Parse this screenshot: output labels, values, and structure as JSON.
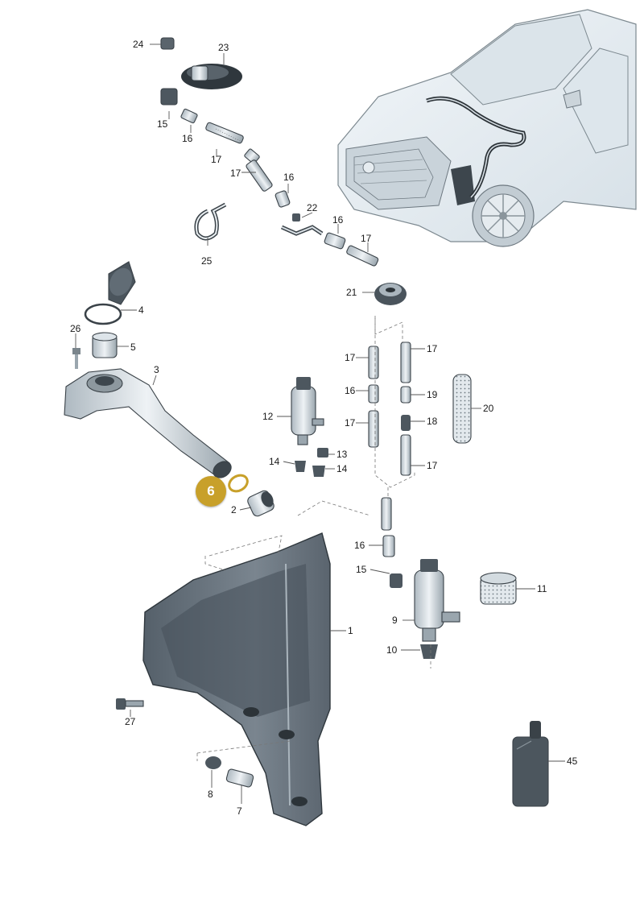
{
  "callout": {
    "label": "6"
  },
  "labels": {
    "p24": "24",
    "p23": "23",
    "p15a": "15",
    "p16a": "16",
    "p17a": "17",
    "p17b": "17",
    "p16b": "16",
    "p22": "22",
    "p16c": "16",
    "p17c": "17",
    "p25": "25",
    "p21": "21",
    "p4": "4",
    "p26": "26",
    "p5": "5",
    "p3": "3",
    "p17d": "17",
    "p17e": "17",
    "p16d": "16",
    "p19": "19",
    "p20": "20",
    "p17f": "17",
    "p18": "18",
    "p17g": "17",
    "p12": "12",
    "p13": "13",
    "p14a": "14",
    "p14b": "14",
    "p2": "2",
    "p16e": "16",
    "p15b": "15",
    "p11": "11",
    "p9": "9",
    "p1": "1",
    "p10": "10",
    "p27": "27",
    "p45": "45",
    "p8": "8",
    "p7": "7"
  },
  "colors": {
    "part_fill": "#cdd6dc",
    "part_dark": "#4a5560",
    "reservoir": "#5d6872",
    "car_body": "#e7eef3",
    "highlight": "#c8a02a"
  }
}
